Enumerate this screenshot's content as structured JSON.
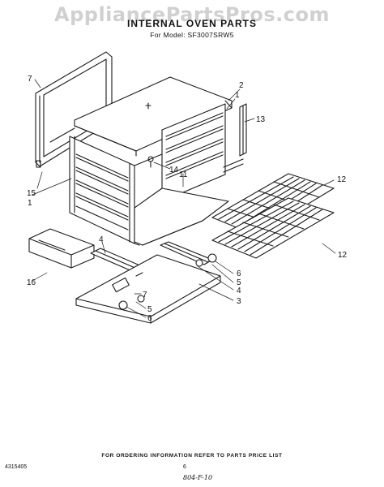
{
  "watermark": "AppliancePartsPros.com",
  "title": "INTERNAL OVEN PARTS",
  "model_line": "For Model: SF3007SRW5",
  "callouts": [
    {
      "id": "c7a",
      "text": "7"
    },
    {
      "id": "c2",
      "text": "2"
    },
    {
      "id": "c1a",
      "text": "1"
    },
    {
      "id": "c13",
      "text": "13"
    },
    {
      "id": "c15",
      "text": "15"
    },
    {
      "id": "c1b",
      "text": "1"
    },
    {
      "id": "c14",
      "text": "14"
    },
    {
      "id": "c11",
      "text": "11"
    },
    {
      "id": "c12a",
      "text": "12"
    },
    {
      "id": "c12b",
      "text": "12"
    },
    {
      "id": "c4a",
      "text": "4"
    },
    {
      "id": "c16",
      "text": "16"
    },
    {
      "id": "c6a",
      "text": "6"
    },
    {
      "id": "c5a",
      "text": "5"
    },
    {
      "id": "c4b",
      "text": "4"
    },
    {
      "id": "c3",
      "text": "3"
    },
    {
      "id": "c7b",
      "text": "7"
    },
    {
      "id": "c5b",
      "text": "5"
    },
    {
      "id": "c6b",
      "text": "6"
    }
  ],
  "footer": {
    "ordering_note": "FOR ORDERING INFORMATION REFER TO PARTS PRICE LIST",
    "part_number": "4315405",
    "page_number": "6",
    "handwritten": "804-F-10"
  }
}
